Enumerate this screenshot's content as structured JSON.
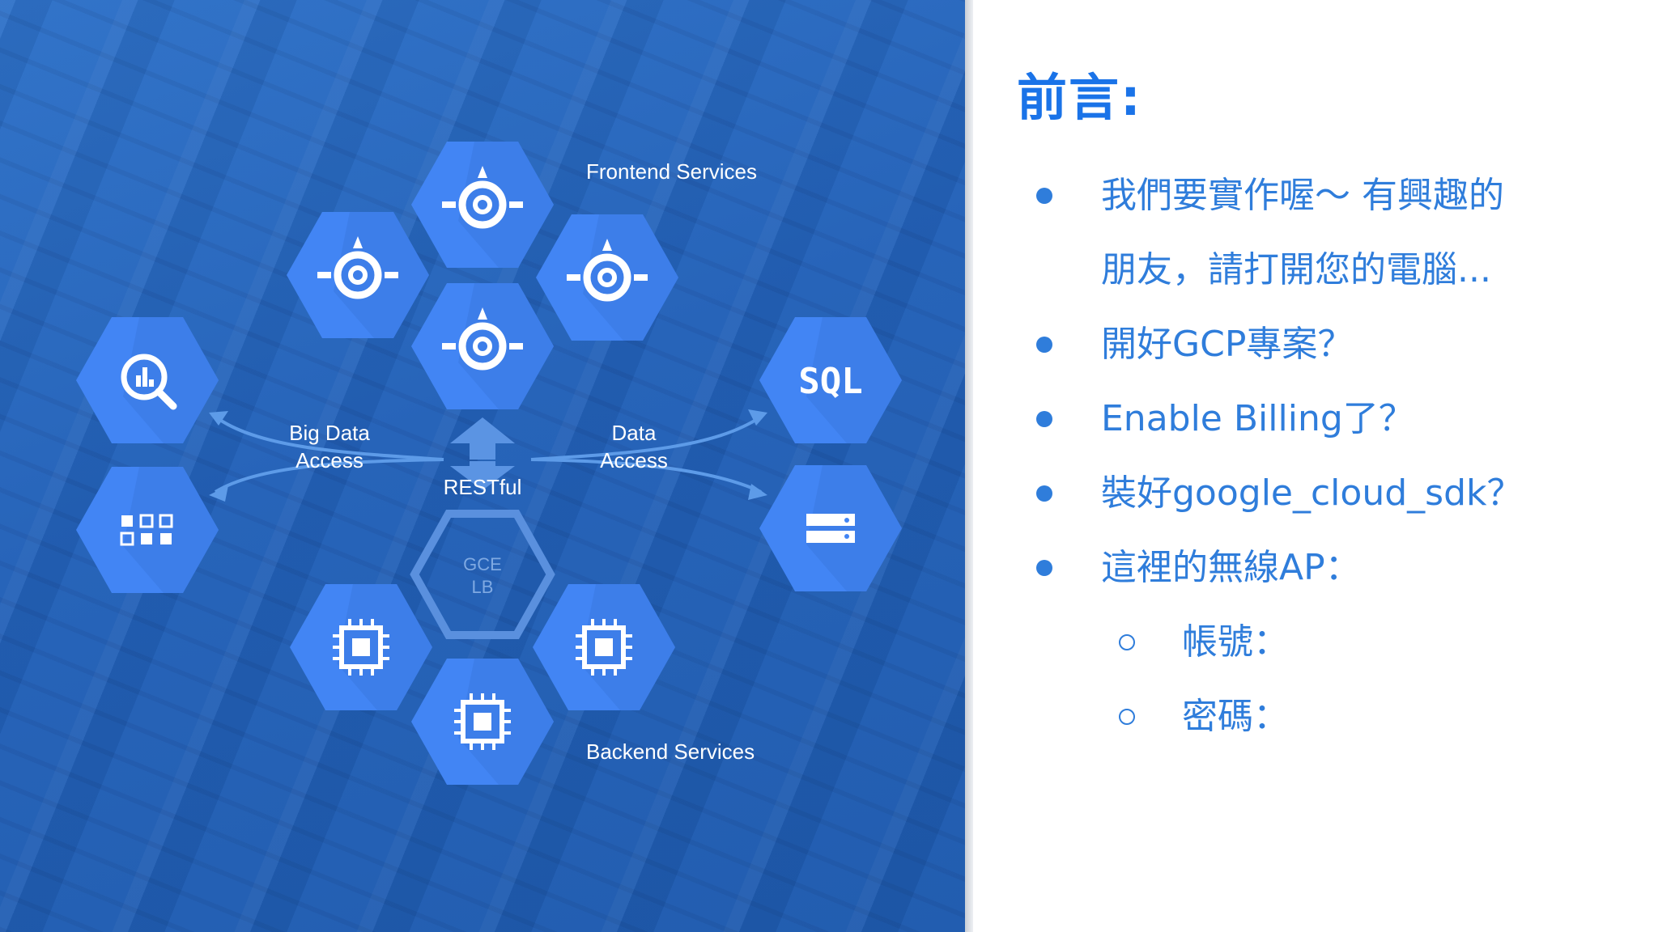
{
  "diagram": {
    "labels": {
      "frontend": "Frontend Services",
      "backend": "Backend Services",
      "big_data_line1": "Big Data",
      "big_data_line2": "Access",
      "data_line1": "Data",
      "data_line2": "Access",
      "restful": "RESTful",
      "gce_line1": "GCE",
      "gce_line2": "LB",
      "sql": "SQL"
    },
    "colors": {
      "hex": "#4285f4",
      "background": "#2766ba",
      "label": "#ffffff"
    },
    "icons": [
      "app-engine-icon",
      "app-engine-icon",
      "app-engine-icon",
      "app-engine-icon",
      "bigquery-icon",
      "datalab-icon",
      "sql-icon",
      "storage-icon",
      "compute-icon",
      "compute-icon",
      "compute-icon",
      "double-arrow-icon"
    ]
  },
  "slide": {
    "title": "前言:",
    "bullets": [
      "我們要實作喔～ 有興趣的",
      "朋友，請打開您的電腦...",
      "開好GCP專案？",
      "Enable Billing了？",
      "裝好google_cloud_sdk？",
      "這裡的無線AP："
    ],
    "sub_bullets": [
      "帳號：",
      "密碼："
    ],
    "colors": {
      "title": "#1a73e8",
      "text": "#2f7ddb"
    }
  }
}
